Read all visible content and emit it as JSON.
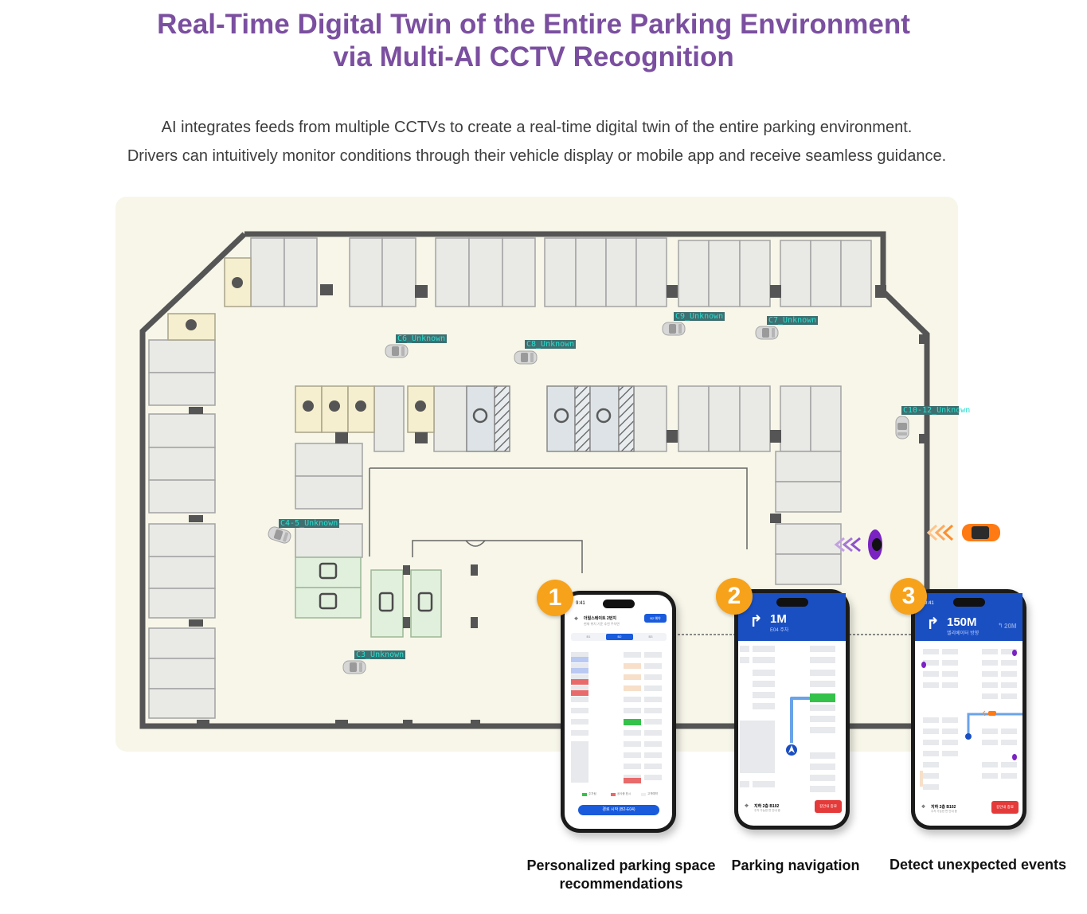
{
  "header": {
    "title_line1": "Real-Time Digital Twin of the Entire Parking Environment",
    "title_line2": "via Multi-AI CCTV Recognition",
    "subtitle_line1": "AI integrates feeds from multiple CCTVs to create a real-time digital twin of the entire parking environment.",
    "subtitle_line2": "Drivers can intuitively monitor conditions through their vehicle display or mobile app and receive seamless guidance."
  },
  "cameras": {
    "c6": "C6_Unknown",
    "c8": "C8_Unknown",
    "c9": "C9_Unknown",
    "c7": "C7_Unknown",
    "c10": "C10-12_Unknown",
    "c45": "C4-5_Unknown",
    "c3": "C3_Unknown"
  },
  "phones": [
    {
      "badge": "1",
      "time": "9:41",
      "location": "더힐스테이트 2번지",
      "location_sub": "현재 위치 기준 추천 주차면",
      "button": "B2 예약",
      "floors": [
        "B1",
        "B2",
        "B3"
      ],
      "legend": [
        "주차됨",
        "공사중 표시",
        "고객예약"
      ],
      "action": "경로 시작 (B2-E04)",
      "caption_line1": "Personalized parking space",
      "caption_line2": "recommendations"
    },
    {
      "badge": "2",
      "distance": "1M",
      "distance_sub": "E04 주차",
      "dest": "지하 2층 B102",
      "dest_sub": "주차 가능한 면 안내 중",
      "action": "길안내 종료",
      "caption_line1": "Parking navigation"
    },
    {
      "badge": "3",
      "time": "9:41",
      "distance": "150M",
      "distance_sub": "엘리베이터 방향",
      "distance_next": "20M",
      "dest": "지하 2층 B102",
      "dest_sub": "주차 가능한 면 안내 중",
      "action": "길안내 종료",
      "caption_line1": "Detect unexpected events"
    }
  ],
  "colors": {
    "title": "#7b4fa0",
    "plan_bg": "#f7f6e9",
    "wall": "#555555",
    "stall": "#e9e9e5",
    "badge": "#f7a21b",
    "nav_blue": "#1a4fc2",
    "available": "#34c24a",
    "reserved": "#e86a6a"
  }
}
